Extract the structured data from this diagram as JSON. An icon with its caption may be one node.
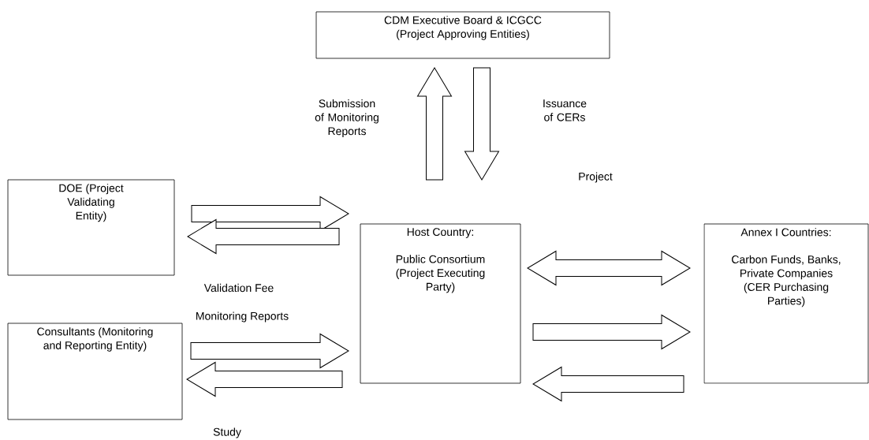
{
  "diagram": {
    "nodes": [
      {
        "text": [
          "CDM Executive Board & ICGCC (Project Approving Entities)"
        ]
      },
      {
        "text": [
          "DOE (Project Validating Entity)"
        ]
      },
      {
        "text": [
          "Host Country:",
          "Public Consortium (Project Executing Party)"
        ]
      },
      {
        "text": [
          "Annex I Countries:",
          "Carbon Funds, Banks, Private Companies (CER Purchasing Parties)"
        ]
      },
      {
        "text": [
          "Consultants (Monitoring and Reporting Entity)"
        ]
      }
    ],
    "edges": [
      {
        "from": 2,
        "to": 0,
        "arrow": "to"
      },
      {
        "from": 0,
        "to": 2,
        "arrow": "to"
      },
      {
        "from": 1,
        "to": 2,
        "arrow": "to"
      },
      {
        "from": 2,
        "to": 1,
        "arrow": "to"
      },
      {
        "from": 4,
        "to": 2,
        "arrow": "to"
      },
      {
        "from": 2,
        "to": 4,
        "arrow": "to"
      },
      {
        "from": 2,
        "to": 3,
        "arrow": "both"
      },
      {
        "from": 2,
        "to": 3,
        "arrow": "to"
      },
      {
        "from": 3,
        "to": 2,
        "arrow": "to"
      }
    ],
    "labels": [
      "Submission of Monitoring Reports",
      "Issuance of CERs",
      "Project",
      "Validation Fee",
      "Monitoring Reports",
      "Study"
    ]
  }
}
